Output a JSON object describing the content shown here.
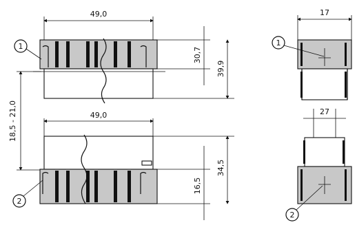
{
  "dimensions": {
    "top_width": "49,0",
    "inner_height": "30,7",
    "outer_height": "39,9",
    "spacing_range": "18,5 - 21,0",
    "bottom_width": "49,0",
    "bottom_outer_height": "34,5",
    "bottom_inner_height": "16,5",
    "side_width": "17",
    "side_inner_width": "27"
  },
  "callouts": [
    "1",
    "2",
    "1",
    "2"
  ],
  "colors": {
    "line": "#111111",
    "shade": "#c8c8c8",
    "background": "#ffffff"
  }
}
